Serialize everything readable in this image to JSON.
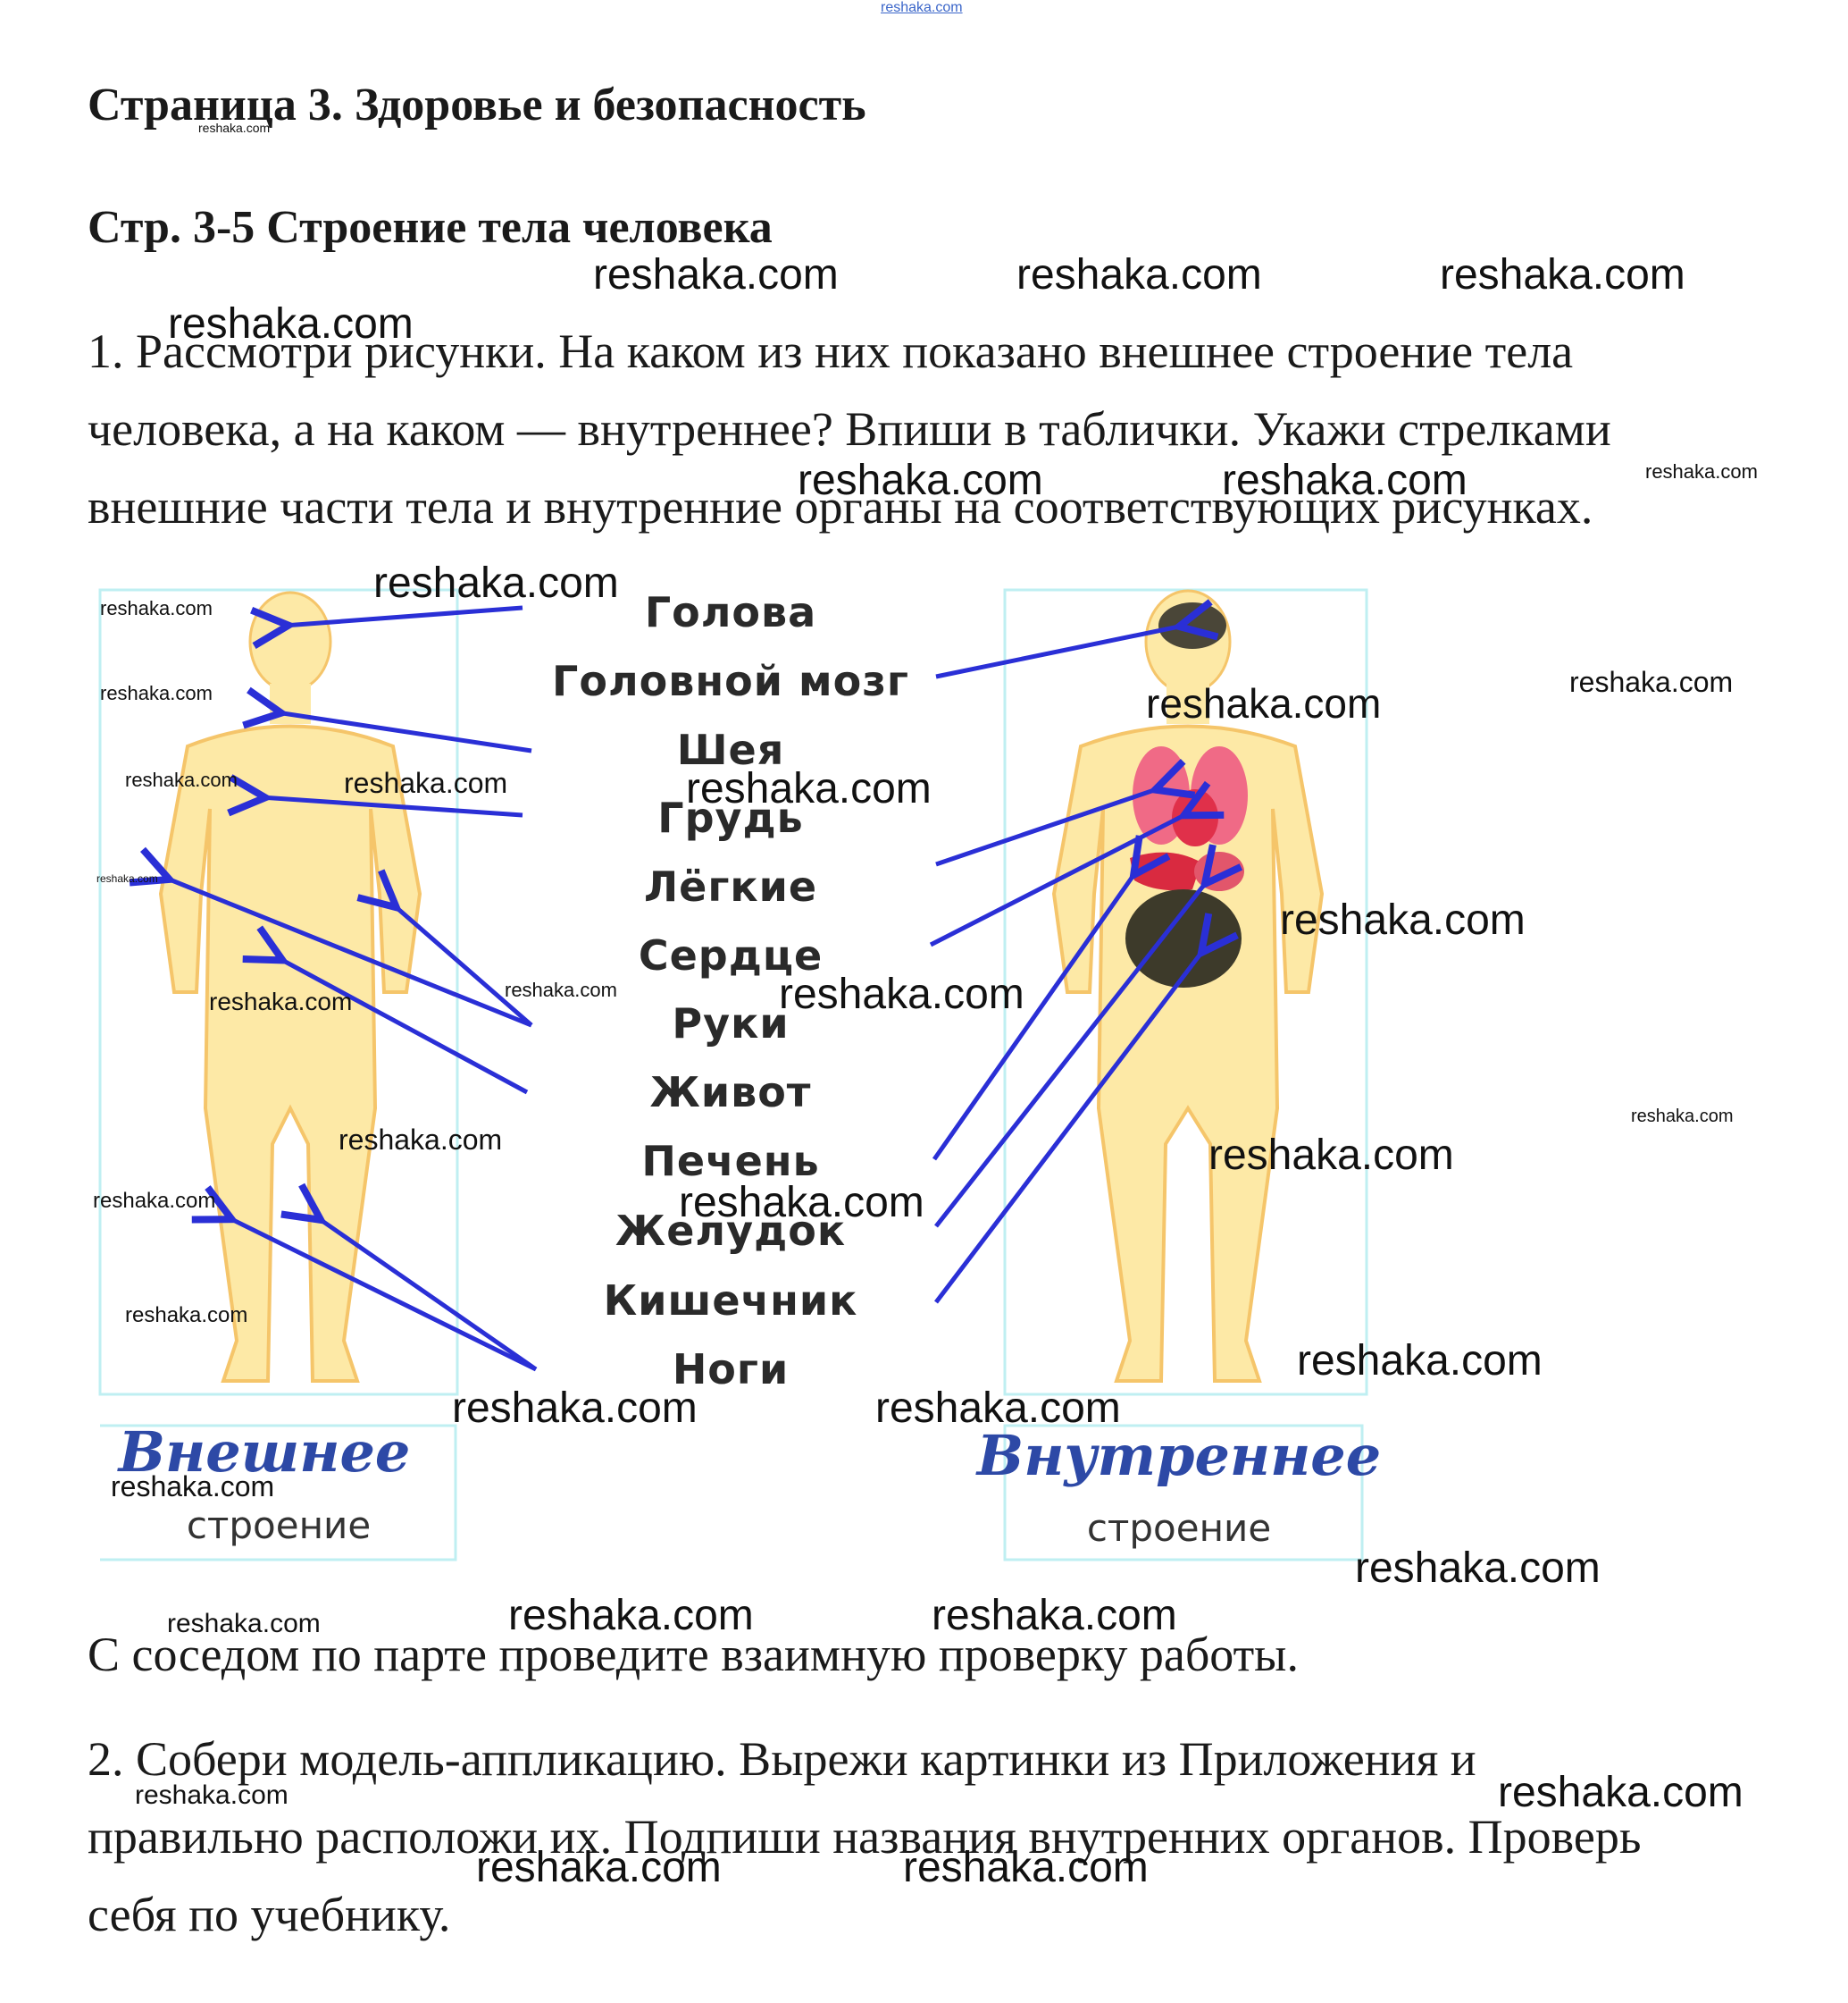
{
  "header": {
    "site_mark": "reshaka.com",
    "page_title": "Страница 3. Здоровье и безопасность",
    "section_title": "Стр. 3-5 Строение тела человека"
  },
  "task1": {
    "lines": [
      "1. Рассмотри рисунки. На каком из них показано внешнее строение тела",
      "человека, а на каком — внутреннее? Впиши в таблички. Укажи стрелками",
      "внешние части тела и внутренние органы на соответствующих рисунках."
    ]
  },
  "diagram": {
    "terms": [
      "Голова",
      "Головной мозг",
      "Шея",
      "Грудь",
      "Лёгкие",
      "Сердце",
      "Руки",
      "Живот",
      "Печень",
      "Желудок",
      "Кишечник",
      "Ноги"
    ],
    "left_tag": {
      "title": "Внешнее",
      "sub": "строение"
    },
    "right_tag": {
      "title": "Внутреннее",
      "sub": "строение"
    },
    "colors": {
      "arrow": "#2a2fd6",
      "body": "#fde9a6",
      "body_outline": "#f5c56a",
      "frame": "#bfeff2",
      "tag_title": "#2d49a6",
      "heart": "#e0304a",
      "intestine": "#3d3a2a"
    }
  },
  "check_line": "С соседом по парте проведите взаимную проверку работы.",
  "task2": {
    "lines": [
      "2. Собери модель-аппликацию. Вырежи картинки из Приложения и",
      "правильно расположи их. Подпиши названия внутренних органов. Проверь",
      "себя по учебнику."
    ]
  },
  "watermark": "reshaka.com"
}
